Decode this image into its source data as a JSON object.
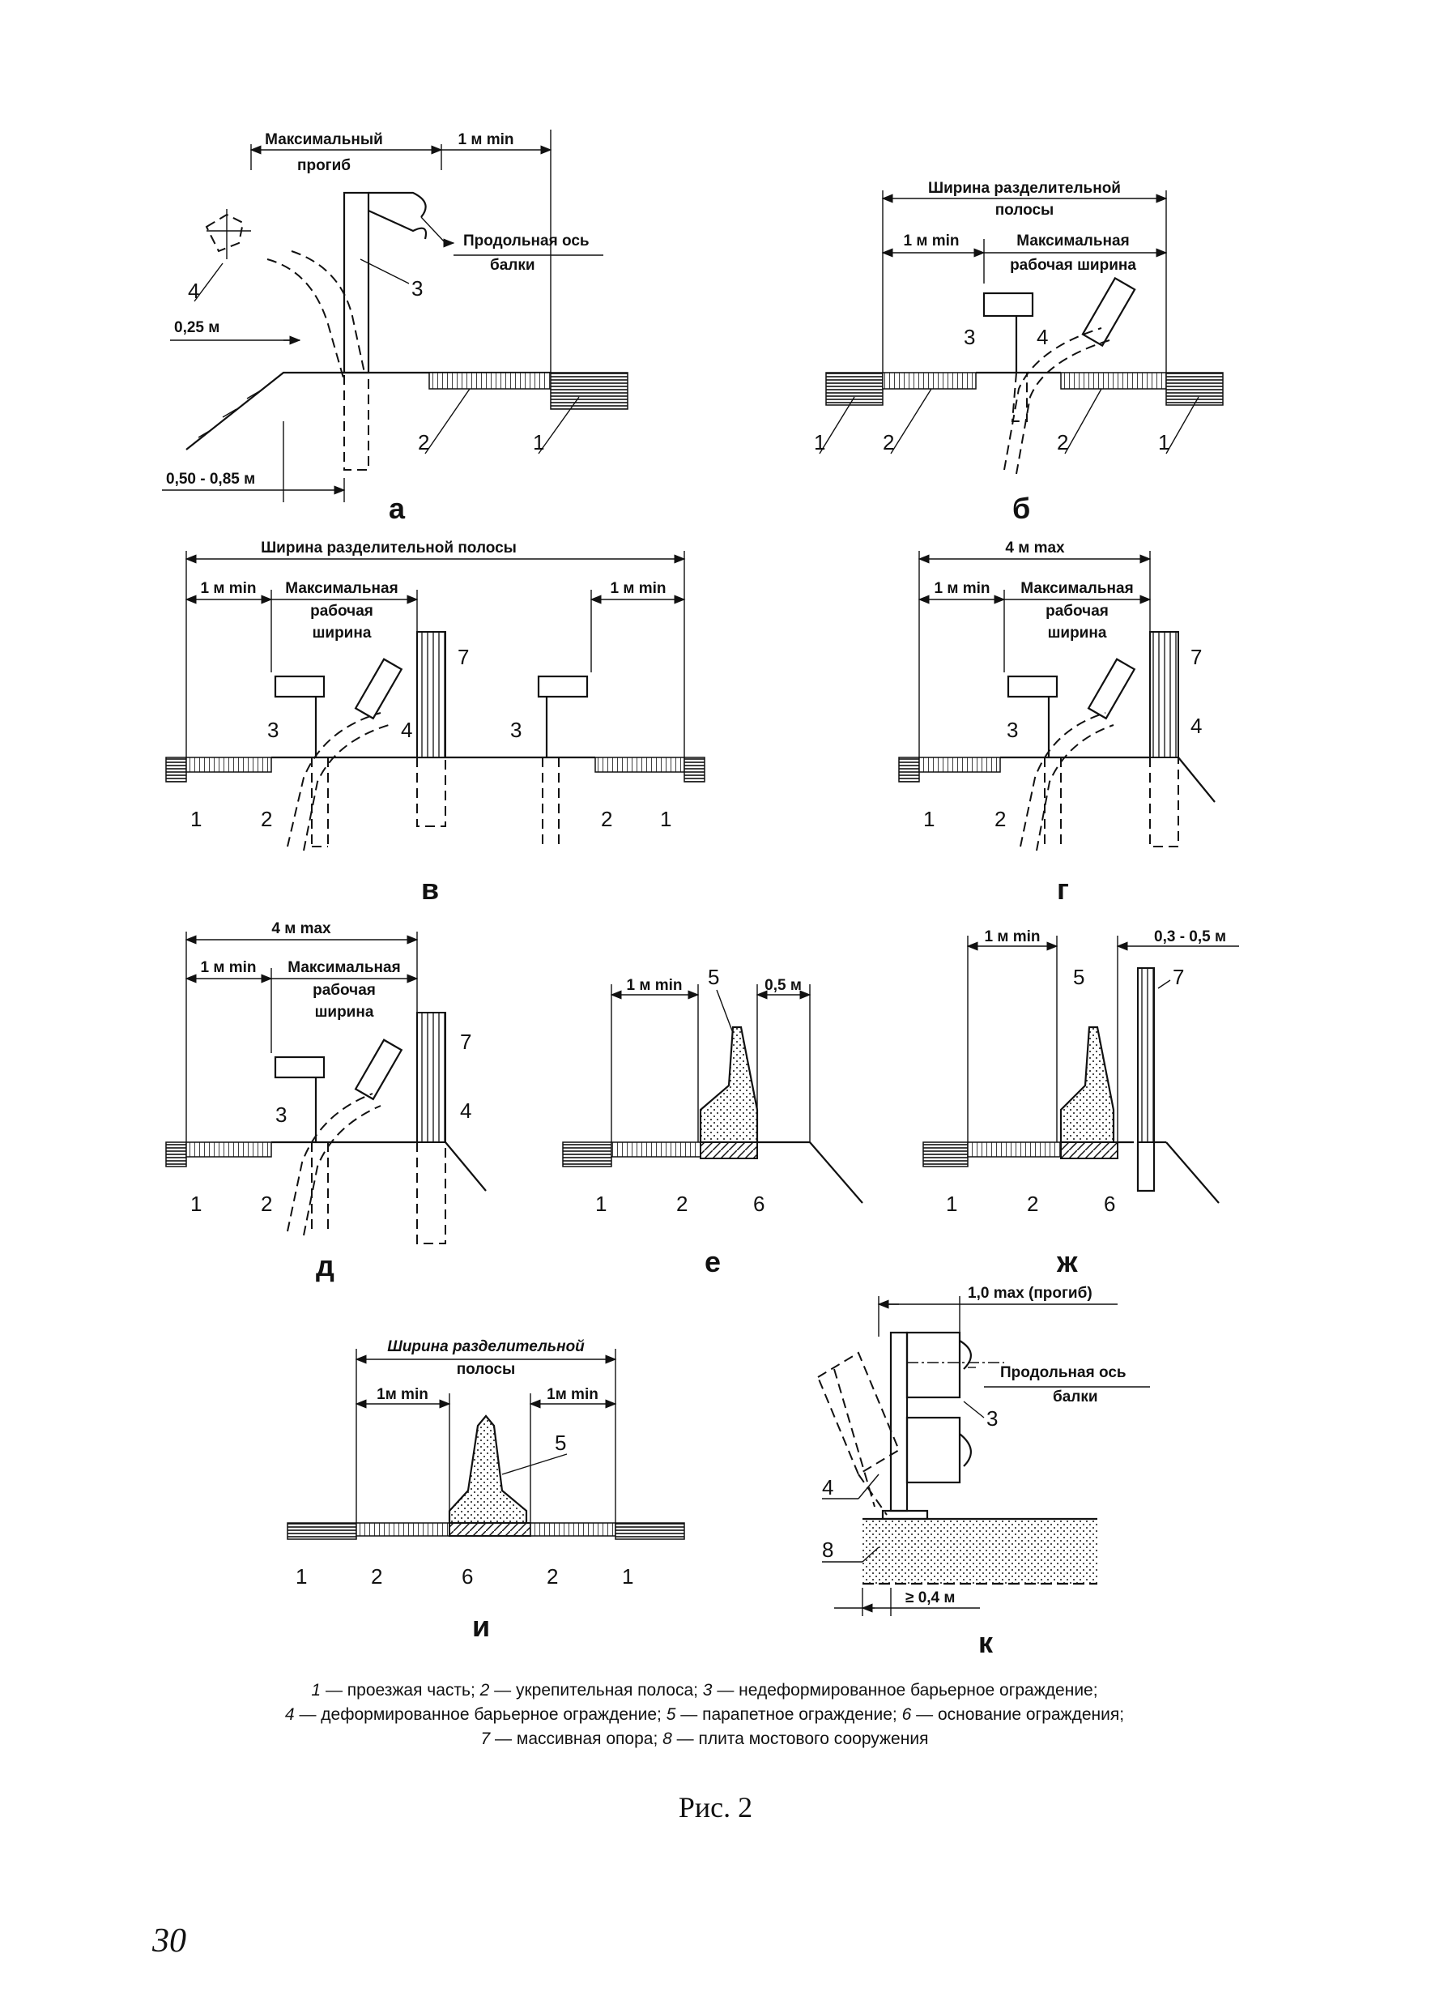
{
  "panels": {
    "a": {
      "letter": "а",
      "max_deflection": "Максимальный",
      "max_deflection2": "прогиб",
      "one_m": "1 м min",
      "axis": "Продольная ось",
      "axis2": "балки",
      "d025": "0,25 м",
      "d050": "0,50 - 0,85 м",
      "n1": "1",
      "n2": "2",
      "n3": "3",
      "n4": "4"
    },
    "b": {
      "letter": "б",
      "width": "Ширина разделительной",
      "width2": "полосы",
      "one_m": "1 м min",
      "work": "Максимальная",
      "work2": "рабочая ширина",
      "n1a": "1",
      "n2a": "2",
      "n3": "3",
      "n4": "4",
      "n2b": "2",
      "n1b": "1"
    },
    "v": {
      "letter": "в",
      "width": "Ширина разделительной полосы",
      "one_m_l": "1 м min",
      "one_m_r": "1 м min",
      "work": "Максимальная",
      "work2": "рабочая",
      "work3": "ширина",
      "n1a": "1",
      "n2a": "2",
      "n3a": "3",
      "n4": "4",
      "n7": "7",
      "n3b": "3",
      "n2b": "2",
      "n1b": "1"
    },
    "g": {
      "letter": "г",
      "max4": "4 м max",
      "one_m": "1 м min",
      "work": "Максимальная",
      "work2": "рабочая",
      "work3": "ширина",
      "n1": "1",
      "n2": "2",
      "n3": "3",
      "n4": "4",
      "n7": "7"
    },
    "d": {
      "letter": "д",
      "max4": "4 м max",
      "one_m": "1 м min",
      "work": "Максимальная",
      "work2": "рабочая",
      "work3": "ширина",
      "n1": "1",
      "n2": "2",
      "n3": "3",
      "n4": "4",
      "n7": "7"
    },
    "e": {
      "letter": "е",
      "one_m": "1 м min",
      "d05": "0,5 м",
      "n1": "1",
      "n2": "2",
      "n5": "5",
      "n6": "6"
    },
    "zh": {
      "letter": "ж",
      "one_m": "1 м min",
      "d0305": "0,3 - 0,5 м",
      "n1": "1",
      "n2": "2",
      "n5": "5",
      "n6": "6",
      "n7": "7"
    },
    "i": {
      "letter": "и",
      "width": "Ширина разделительной",
      "width2": "полосы",
      "one_m_l": "1м min",
      "one_m_r": "1м min",
      "n1a": "1",
      "n2a": "2",
      "n5": "5",
      "n6": "6",
      "n2b": "2",
      "n1b": "1"
    },
    "k": {
      "letter": "к",
      "max10": "1,0 max (прогиб)",
      "axis": "Продольная ось",
      "axis2": "балки",
      "d04": "≥ 0,4 м",
      "n3": "3",
      "n4": "4",
      "n8": "8"
    }
  },
  "legend": {
    "i1": "1",
    "t1": " — проезжая часть;   ",
    "i2": "2",
    "t2": " — укрепительная полоса;   ",
    "i3": "3",
    "t3": " — недеформированное барьерное ограждение;",
    "i4": "4",
    "t4": " — деформированное барьерное ограждение;  ",
    "i5": "5",
    "t5": " — парапетное ограждение;  ",
    "i6": "6",
    "t6": " — основание ограждения;",
    "i7": "7",
    "t7": " — массивная опора; ",
    "i8": "8",
    "t8": " — плита мостового сооружения"
  },
  "caption": "Рис. 2",
  "page_number": "30"
}
